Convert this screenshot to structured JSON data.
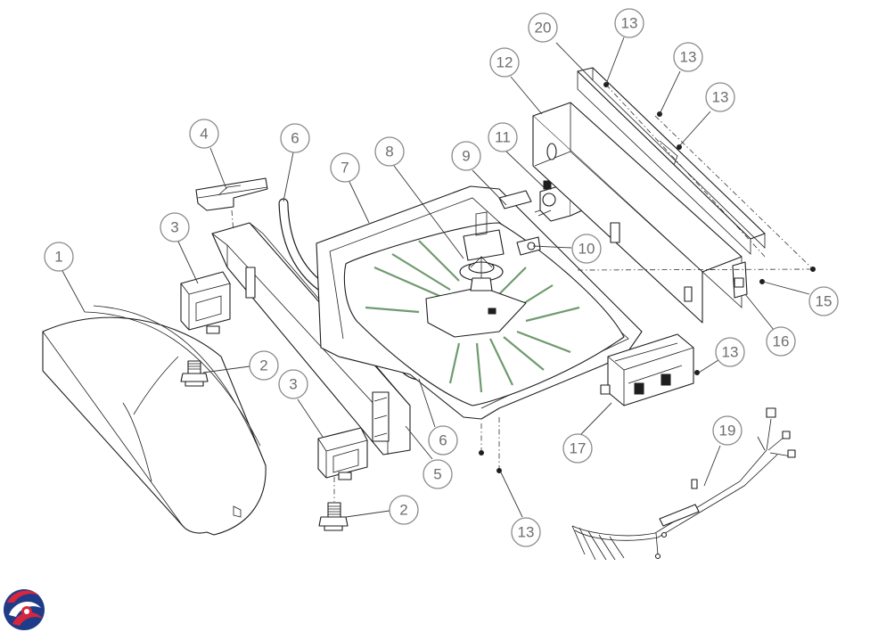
{
  "callouts": [
    {
      "id": "c1",
      "label": "1"
    },
    {
      "id": "c2a",
      "label": "2"
    },
    {
      "id": "c2b",
      "label": "2"
    },
    {
      "id": "c3a",
      "label": "3"
    },
    {
      "id": "c3b",
      "label": "3"
    },
    {
      "id": "c4",
      "label": "4"
    },
    {
      "id": "c5",
      "label": "5"
    },
    {
      "id": "c6a",
      "label": "6"
    },
    {
      "id": "c6b",
      "label": "6"
    },
    {
      "id": "c7",
      "label": "7"
    },
    {
      "id": "c8",
      "label": "8"
    },
    {
      "id": "c9",
      "label": "9"
    },
    {
      "id": "c10",
      "label": "10"
    },
    {
      "id": "c11",
      "label": "11"
    },
    {
      "id": "c12",
      "label": "12"
    },
    {
      "id": "c13a",
      "label": "13"
    },
    {
      "id": "c13b",
      "label": "13"
    },
    {
      "id": "c13c",
      "label": "13"
    },
    {
      "id": "c13d",
      "label": "13"
    },
    {
      "id": "c13e",
      "label": "13"
    },
    {
      "id": "c15",
      "label": "15"
    },
    {
      "id": "c16",
      "label": "16"
    },
    {
      "id": "c17",
      "label": "17"
    },
    {
      "id": "c19",
      "label": "19"
    },
    {
      "id": "c20",
      "label": "20"
    }
  ],
  "colors": {
    "line": "#1e1e1e",
    "callout_stroke": "#8a8a8a",
    "callout_text": "#6e6e6e",
    "tub_rib": "#6f9a6f",
    "logo_red": "#d7263d",
    "logo_blue": "#1f3c88"
  },
  "logo": {
    "icon": "brand-swirl-icon"
  }
}
